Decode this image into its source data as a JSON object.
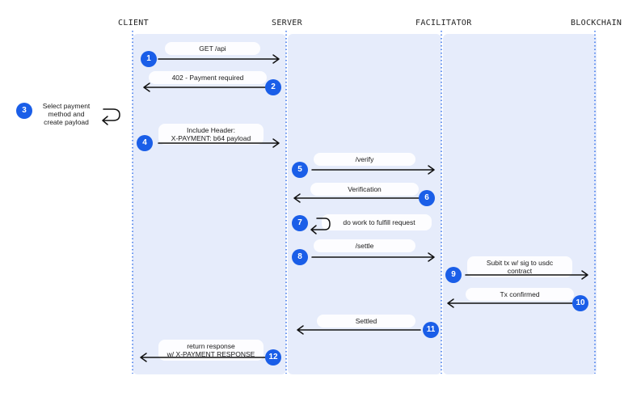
{
  "columns": [
    {
      "id": "client",
      "label": "CLIENT"
    },
    {
      "id": "server",
      "label": "SERVER"
    },
    {
      "id": "facilitator",
      "label": "FACILITATOR"
    },
    {
      "id": "blockchain",
      "label": "BLOCKCHAIN"
    }
  ],
  "steps": [
    {
      "n": "1",
      "label": "GET /api"
    },
    {
      "n": "2",
      "label": "402 - Payment required"
    },
    {
      "n": "3",
      "label": "Select payment\nmethod and\ncreate payload"
    },
    {
      "n": "4",
      "label": "Include Header:\nX-PAYMENT: b64 payload"
    },
    {
      "n": "5",
      "label": "/verify"
    },
    {
      "n": "6",
      "label": "Verification"
    },
    {
      "n": "7",
      "label": "do work to fulfill request"
    },
    {
      "n": "8",
      "label": "/settle"
    },
    {
      "n": "9",
      "label": "Subit tx w/ sig to usdc\ncontract"
    },
    {
      "n": "10",
      "label": "Tx confirmed"
    },
    {
      "n": "11",
      "label": "Settled"
    },
    {
      "n": "12",
      "label": "return response\nw/ X-PAYMENT RESPONSE"
    }
  ],
  "colors": {
    "accent": "#1a5ee8",
    "panel": "#e6ecfb",
    "lane_line": "#1a5ee8",
    "arrow": "#111111",
    "label_bg": "#ffffff"
  }
}
